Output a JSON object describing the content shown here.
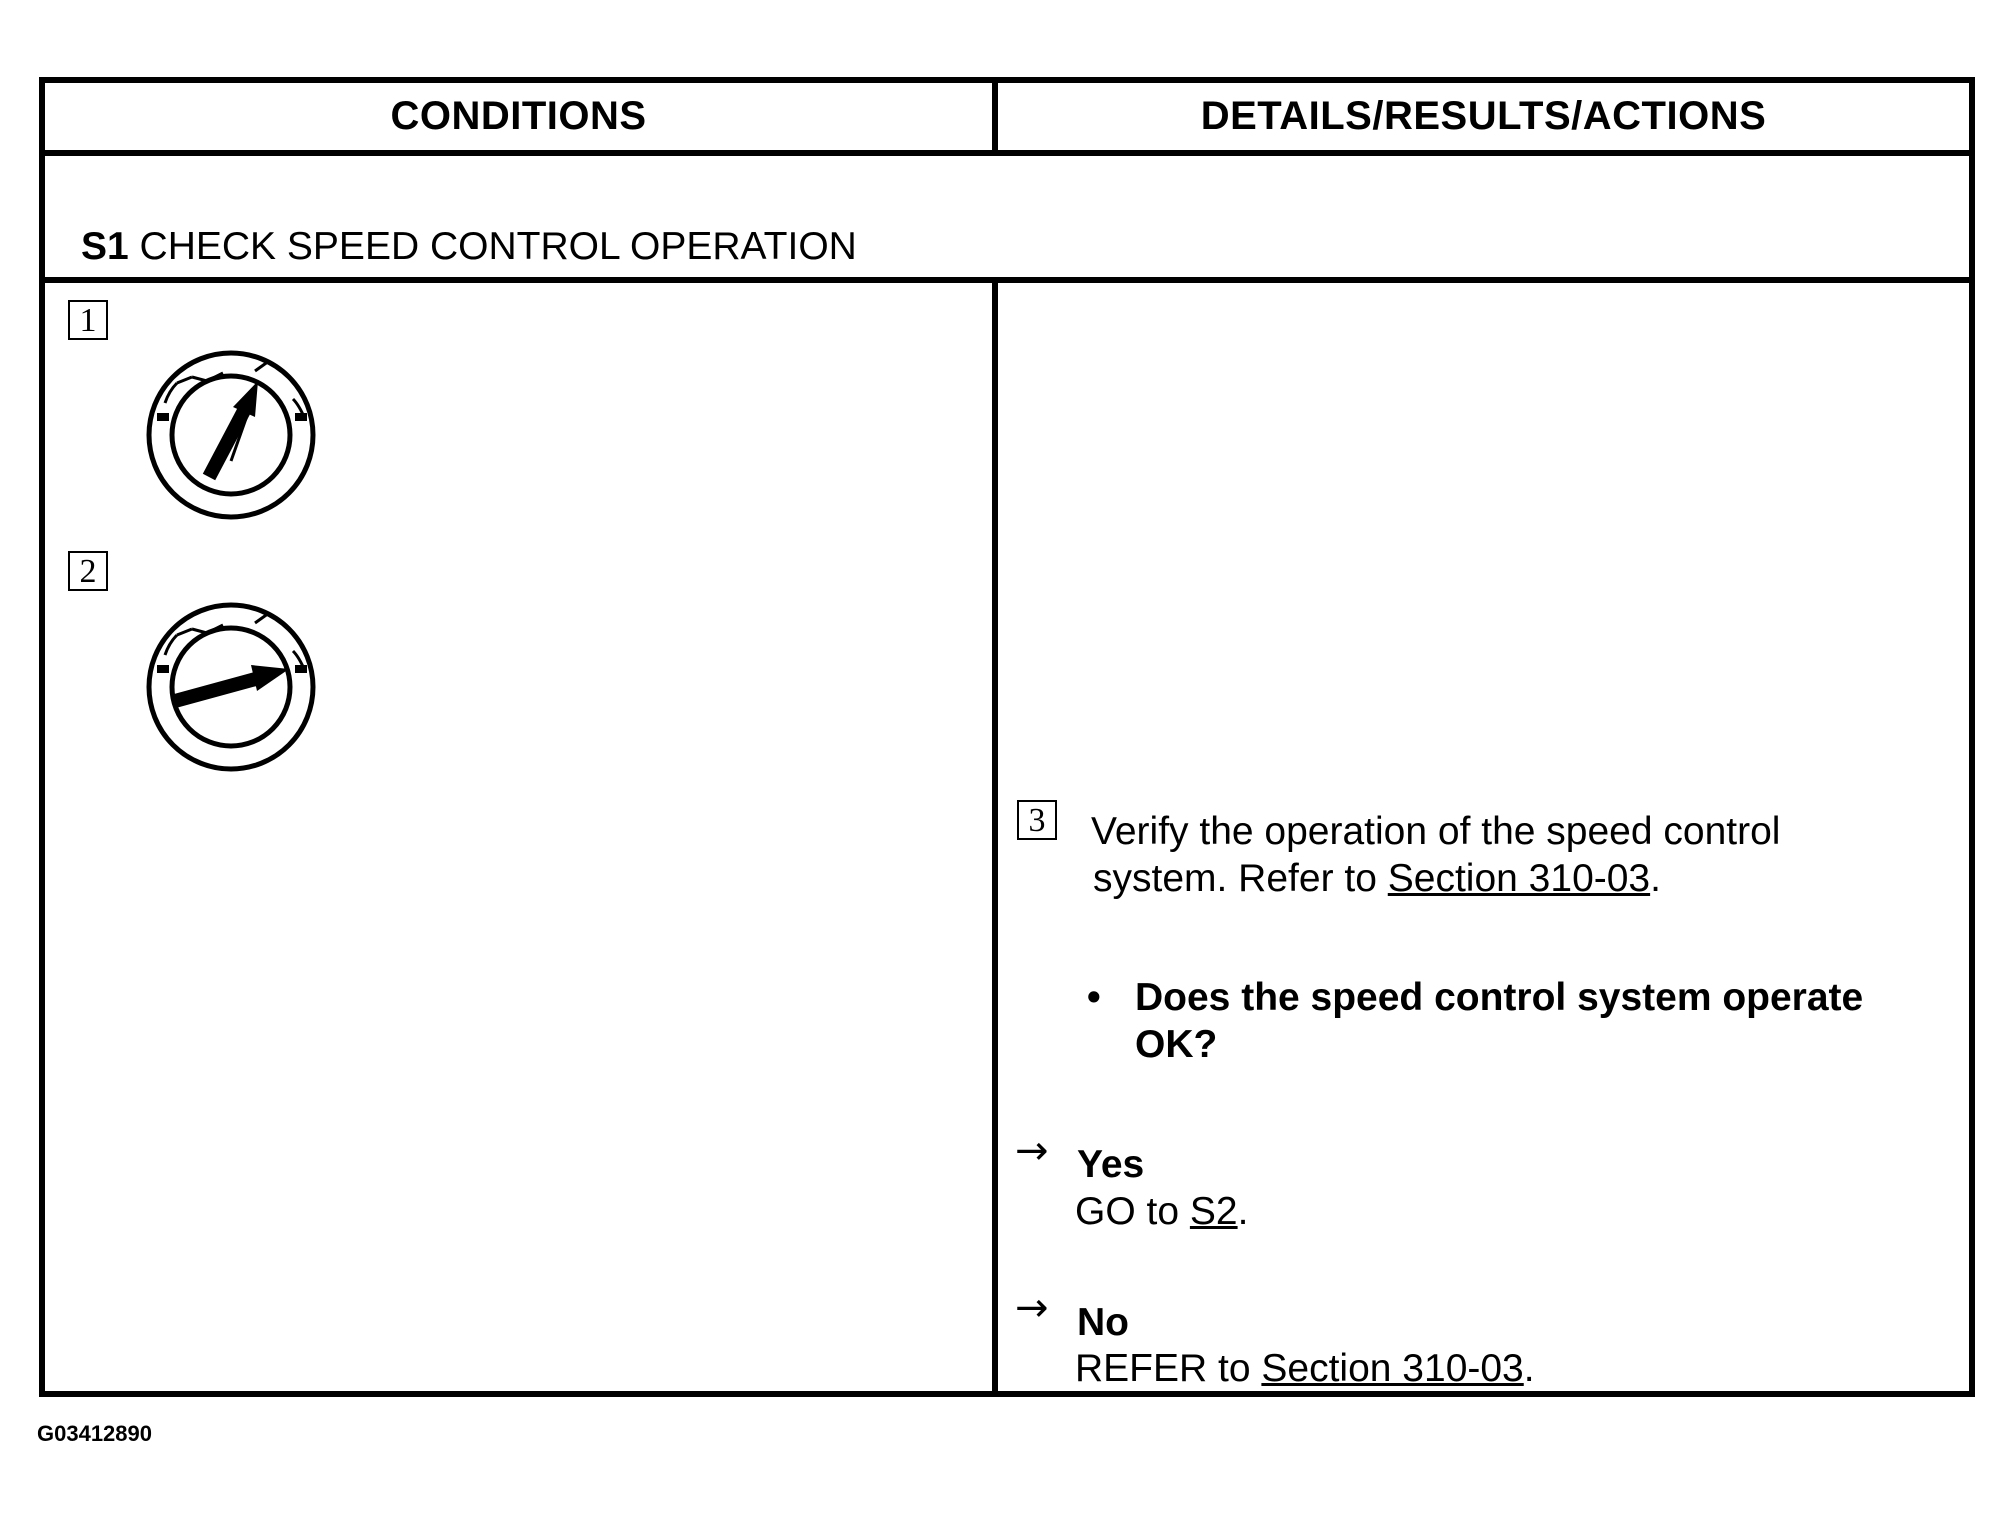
{
  "header": {
    "conditions_label": "CONDITIONS",
    "details_label": "DETAILS/RESULTS/ACTIONS"
  },
  "step": {
    "id": "S1",
    "title": "CHECK SPEED CONTROL OPERATION"
  },
  "conditions": {
    "items": [
      {
        "num": "1",
        "icon": "ignition-switch-on-icon"
      },
      {
        "num": "2",
        "icon": "ignition-switch-start-icon"
      }
    ]
  },
  "details": {
    "step3_num": "3",
    "verify_line1": "Verify the operation of the speed control",
    "verify_line2_prefix": "system. Refer to",
    "verify_link": "Section 310-03",
    "verify_suffix": ".",
    "bullet": "•",
    "question_line1": "Does the speed control system operate",
    "question_line2": "OK?",
    "yes_label": "Yes",
    "yes_action_prefix": "GO to",
    "yes_link": "S2",
    "yes_suffix": ".",
    "no_label": "No",
    "no_action_prefix": "REFER to",
    "no_link": "Section 310-03",
    "no_suffix": ".",
    "arrow_glyph": "→"
  },
  "footer": {
    "figure_id": "G03412890"
  }
}
